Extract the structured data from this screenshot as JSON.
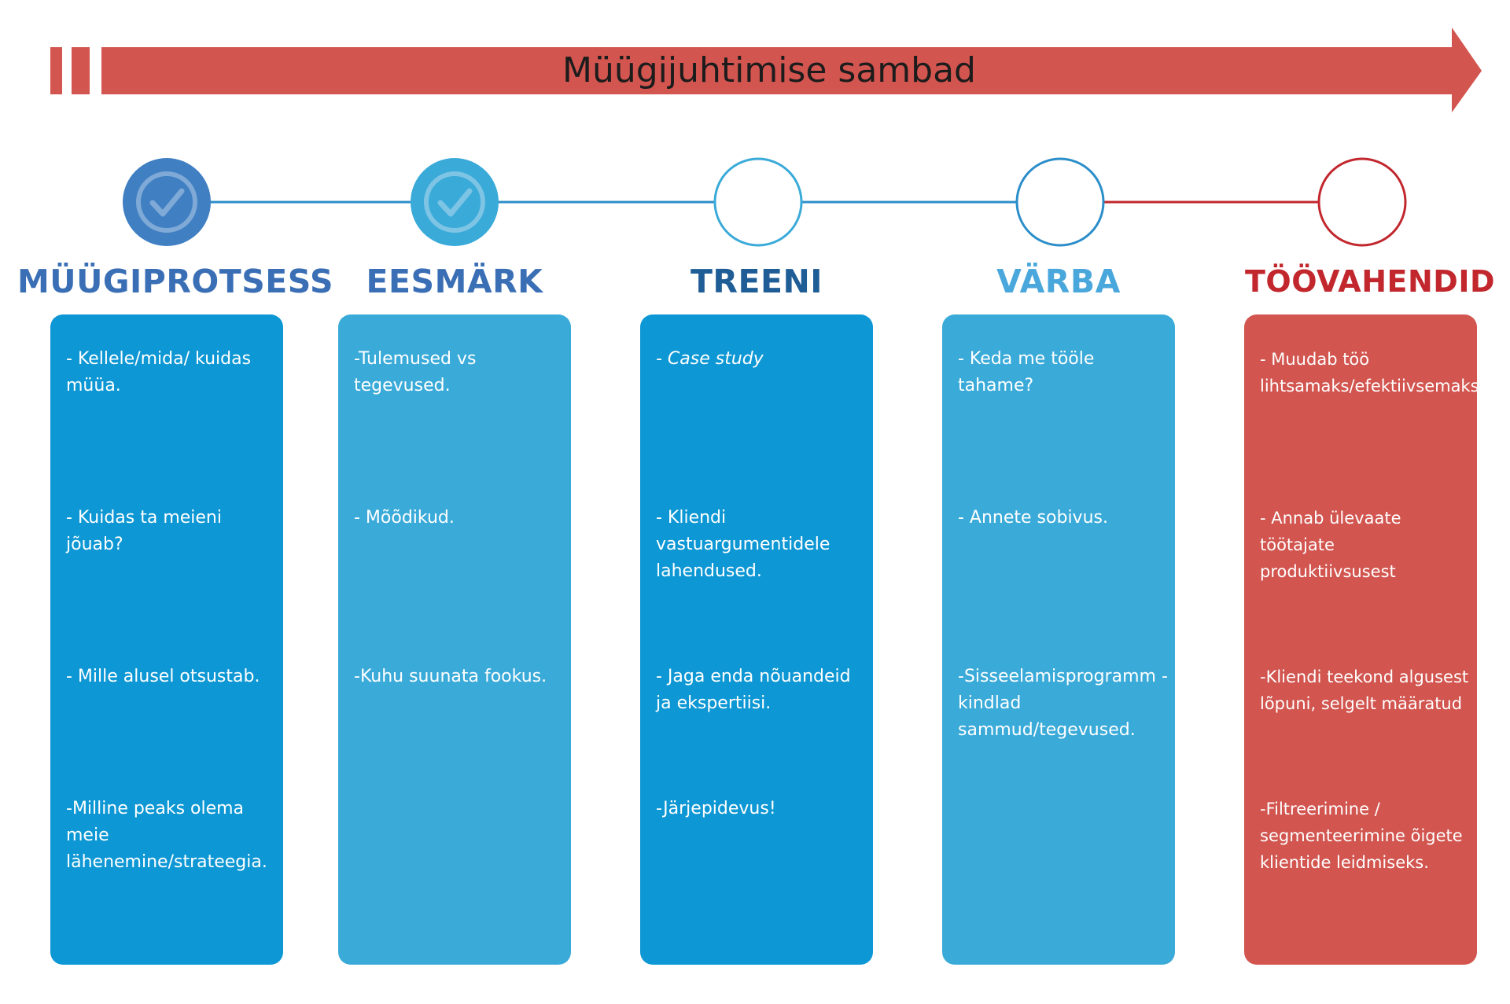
{
  "title": "Müügijuhtimise sambad",
  "colors": {
    "red": "#d2554f",
    "dark_red": "#c1272d",
    "blue_dark": "#3f7fc2",
    "blue_medium": "#3aaad9",
    "blue_card": "#0d97d4",
    "blue_line": "#2c8ec9",
    "heading_blue": "#3a6fb5",
    "heading_navy": "#1f5d96",
    "heading_light": "#4aa7dc"
  },
  "pillars": [
    {
      "heading": "MÜÜGIPROTSESS",
      "status": "completed",
      "items": [
        "- Kellele/mida/ kuidas\nmüüa.",
        "- Kuidas ta meieni\njõuab?",
        "- Mille alusel otsustab.",
        "-Milline peaks olema\nmeie\nlähenemine/strateegia."
      ]
    },
    {
      "heading": "EESMÄRK",
      "status": "completed",
      "items": [
        "-Tulemused  vs\ntegevused.",
        "- Mõõdikud.",
        "-Kuhu suunata fookus."
      ]
    },
    {
      "heading": "TREENI",
      "status": "pending",
      "items": [
        "- Case study",
        "- Kliendi\nvastuargumentidele\nlahendused.",
        "- Jaga enda nõuandeid\nja ekspertiisi.",
        "-Järjepidevus!"
      ]
    },
    {
      "heading": "VÄRBA",
      "status": "pending",
      "items": [
        "- Keda me tööle\ntahame?",
        "- Annete sobivus.",
        "-Sisseelamisprogramm -\nkindlad\nsammud/tegevused."
      ]
    },
    {
      "heading": "TÖÖVAHENDID",
      "status": "pending",
      "items": [
        "- Muudab töö\nlihtsamaks/efektiivsemaks",
        "- Annab ülevaate\ntöötajate produktiivsusest",
        "-Kliendi teekond algusest\nlõpuni, selgelt määratud",
        "-Filtreerimine /\nsegmenteerimine õigete\nklientide leidmiseks."
      ]
    }
  ]
}
